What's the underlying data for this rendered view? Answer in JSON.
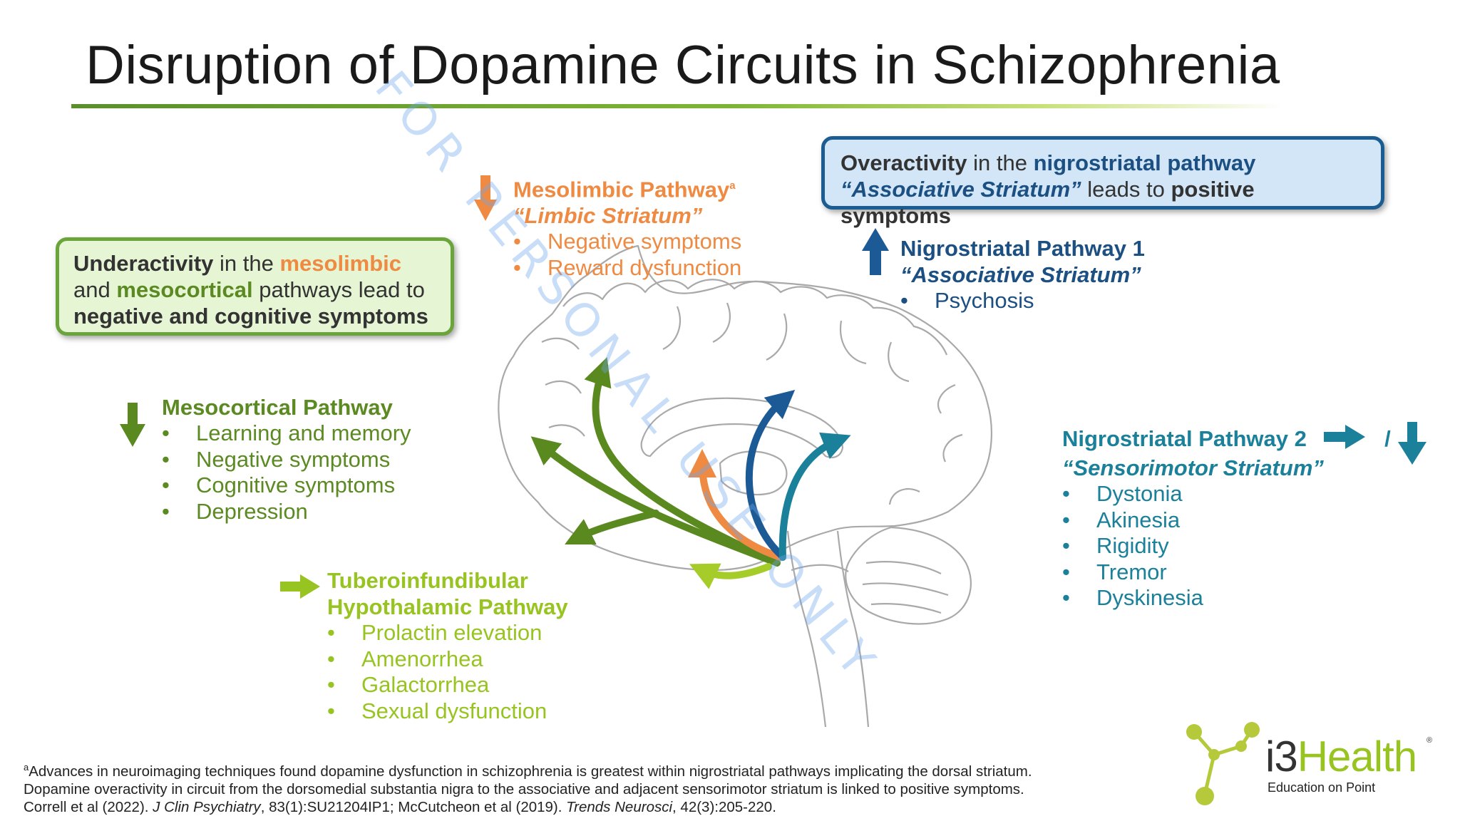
{
  "title": "Disruption of Dopamine Circuits in Schizophrenia",
  "under_box": {
    "w1": "Underactivity",
    "w2": " in the ",
    "w3": "mesolimbic",
    "w4": "and ",
    "w5": "mesocortical",
    "w6": " pathways lead to",
    "w7": "negative and cognitive symptoms"
  },
  "over_box": {
    "w1": "Overactivity",
    "w2": " in the ",
    "w3": "nigrostriatal pathway",
    "w4": "“Associative Striatum”",
    "w5": " leads to ",
    "w6": "positive symptoms"
  },
  "mesolimbic": {
    "heading": "Mesolimbic Pathway",
    "heading_sup": "a",
    "subheading": "“Limbic Striatum”",
    "items": [
      "Negative symptoms",
      "Reward dysfunction"
    ]
  },
  "nigro1": {
    "heading": "Nigrostriatal Pathway 1",
    "subheading": "“Associative Striatum”",
    "items": [
      "Psychosis"
    ]
  },
  "mesocortical": {
    "heading": "Mesocortical Pathway",
    "items": [
      "Learning and memory",
      "Negative symptoms",
      "Cognitive symptoms",
      "Depression"
    ]
  },
  "nigro2": {
    "heading": "Nigrostriatal Pathway 2",
    "separator": "/",
    "subheading": "“Sensorimotor Striatum”",
    "items": [
      "Dystonia",
      "Akinesia",
      "Rigidity",
      "Tremor",
      "Dyskinesia"
    ]
  },
  "tubero": {
    "heading1": "Tuberoinfundibular",
    "heading2": "Hypothalamic Pathway",
    "items": [
      "Prolactin elevation",
      "Amenorrhea",
      "Galactorrhea",
      "Sexual dysfunction"
    ]
  },
  "footnote": {
    "sup": "a",
    "line1": "Advances in neuroimaging techniques found dopamine dysfunction in schizophrenia is greatest within nigrostriatal pathways implicating the dorsal striatum.",
    "line2": "Dopamine overactivity in circuit from the dorsomedial substantia nigra to the associative and adjacent sensorimotor striatum is linked to positive symptoms.",
    "line3a": "Correll et al (2022). ",
    "line3b": "J Clin Psychiatry",
    "line3c": ", 83(1):SU21204IP1; McCutcheon et al (2019). ",
    "line3d": "Trends Neurosci",
    "line3e": ", 42(3):205-220."
  },
  "logo": {
    "prefix": "i3",
    "name": "Health",
    "reg": "®",
    "tagline": "Education on Point"
  },
  "watermark": "FOR PERSONAL USE ONLY",
  "colors": {
    "mesocortical": "#5c8a22",
    "mesolimbic": "#ef8a43",
    "nigro1": "#1c4f82",
    "nigro2": "#1b8099",
    "tubero": "#98c421"
  },
  "arrows": {
    "mesocortical": "down",
    "mesolimbic": "down",
    "nigro1": "up",
    "nigro2": [
      "right",
      "down"
    ],
    "tubero": "right"
  }
}
